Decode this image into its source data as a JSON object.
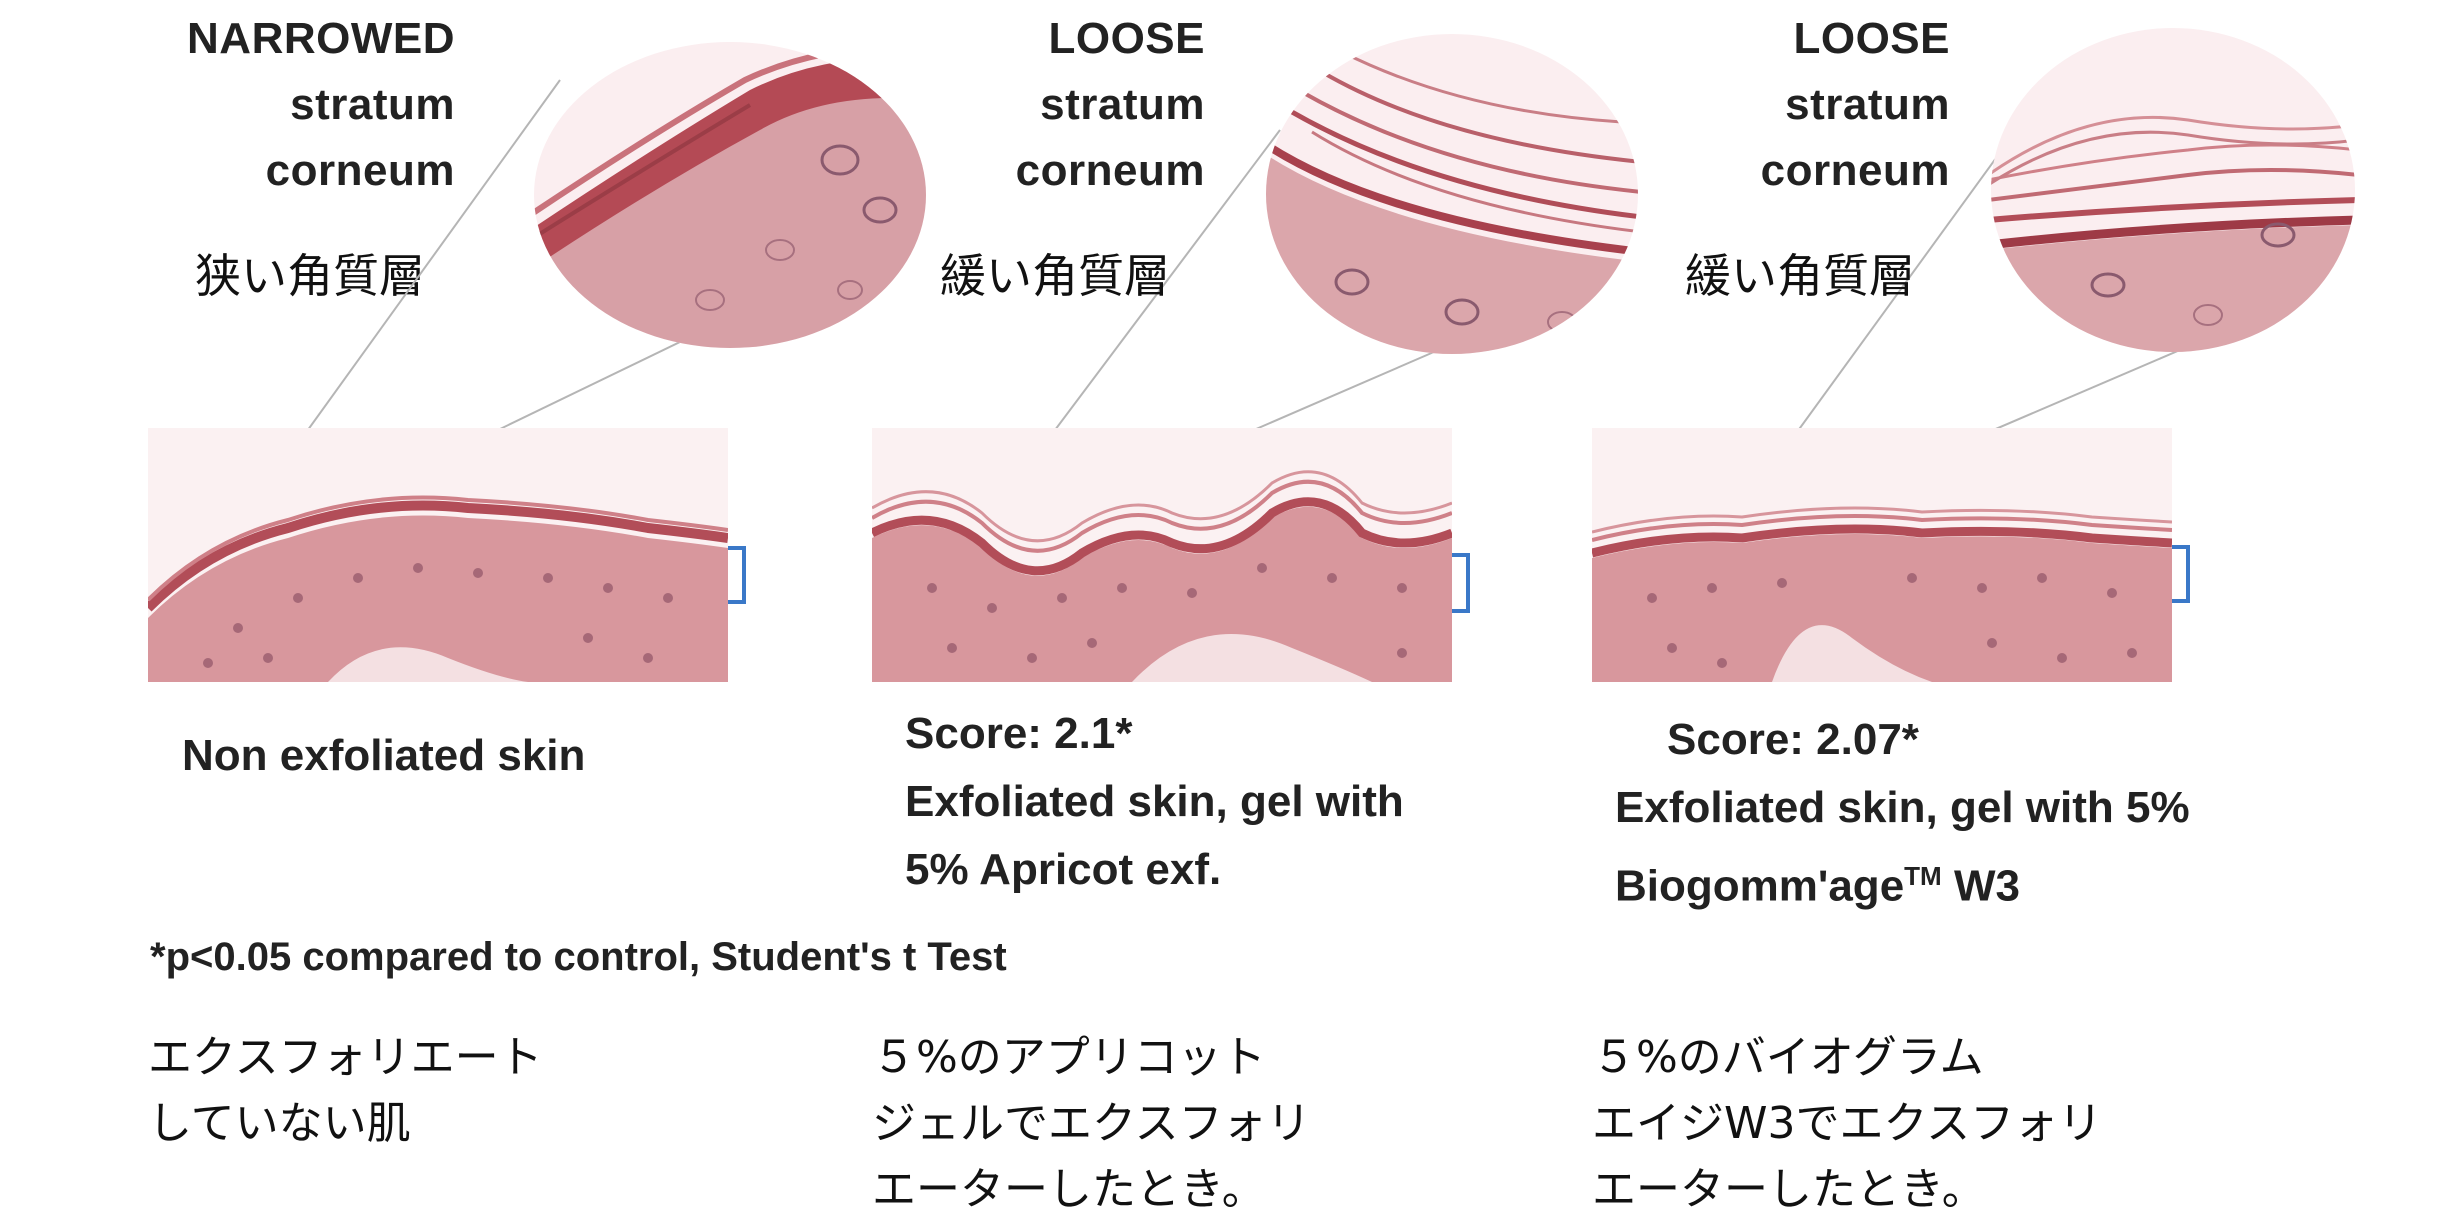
{
  "panels": [
    {
      "eng_label": [
        "NARROWED",
        "stratum",
        "corneum"
      ],
      "jp_label": "狭い角質層",
      "caption_score": "",
      "caption_lines": [
        "Non exfoliated skin"
      ],
      "jp_caption": [
        "エクスフォリエート",
        "していない肌"
      ]
    },
    {
      "eng_label": [
        "LOOSE",
        "stratum",
        "corneum"
      ],
      "jp_label": "緩い角質層",
      "caption_score": "Score: 2.1*",
      "caption_lines": [
        "Exfoliated skin, gel with",
        "5% Apricot exf."
      ],
      "jp_caption": [
        "５%のアプリコット",
        "ジェルでエクスフォリ",
        "エーターしたとき。"
      ]
    },
    {
      "eng_label": [
        "LOOSE",
        "stratum",
        "corneum"
      ],
      "jp_label": "緩い角質層",
      "caption_score": "Score: 2.07*",
      "caption_lines": [
        "Exfoliated skin, gel with 5%",
        "Biogomm'age",
        "W3"
      ],
      "caption_tm": "TM",
      "jp_caption": [
        "５%のバイオグラム",
        "エイジW3でエクスフォリ",
        "エーターしたとき。"
      ]
    }
  ],
  "footnote": "*p<0.05 compared to control, Student's t Test",
  "colors": {
    "tissue_base": "#d89a9f",
    "tissue_dark": "#b8545c",
    "corneum": "#c0505a",
    "bracket": "#3a78c8",
    "zoom_line": "#b5b5b5"
  }
}
